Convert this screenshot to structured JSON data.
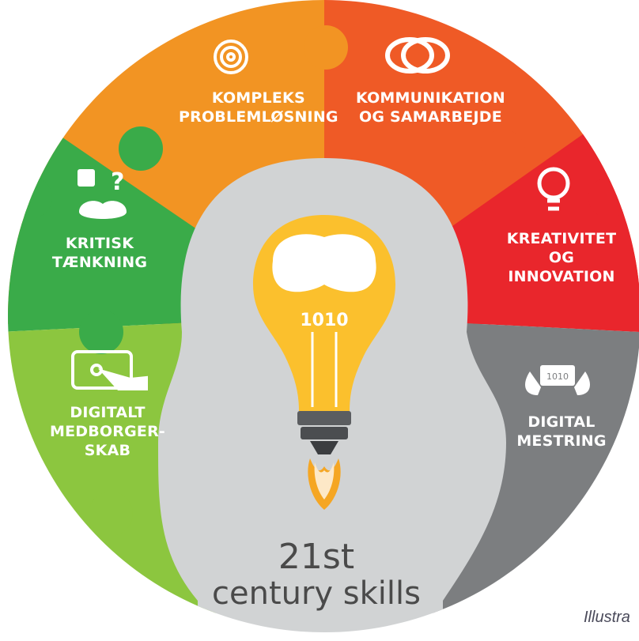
{
  "segments": [
    {
      "id": "kompleks",
      "lines": [
        "KOMPLEKS",
        "PROBLEMLØSNING"
      ],
      "color": "#f29423",
      "icon": "labyrinth-icon"
    },
    {
      "id": "kommunikation",
      "lines": [
        "KOMMUNIKATION",
        "OG SAMARBEJDE"
      ],
      "color": "#ef5a26",
      "icon": "speech-bubbles-icon"
    },
    {
      "id": "kreativitet",
      "lines": [
        "KREATIVITET",
        "OG",
        "INNOVATION"
      ],
      "color": "#e9262c",
      "icon": "lightbulb-icon"
    },
    {
      "id": "digital-mestring",
      "lines": [
        "DIGITAL",
        "MESTRING"
      ],
      "color": "#7c7e80",
      "icon": "hands-binary-icon"
    },
    {
      "id": "digitalt-medborgerskab",
      "lines": [
        "DIGITALT",
        "MEDBORGER-",
        "SKAB"
      ],
      "color": "#8cc63f",
      "icon": "touch-screen-icon"
    },
    {
      "id": "kritisk",
      "lines": [
        "KRITISK",
        "TÆNKNING"
      ],
      "color": "#3aab49",
      "icon": "brain-question-icon"
    }
  ],
  "center": {
    "title_line1": "21st",
    "title_line2": "century skills",
    "bulb_text": "1010",
    "color": "#d1d3d4",
    "icon": "rocket-lightbulb-brain-icon"
  },
  "icon_text": {
    "binary": "1010"
  },
  "credit": "Illustra"
}
